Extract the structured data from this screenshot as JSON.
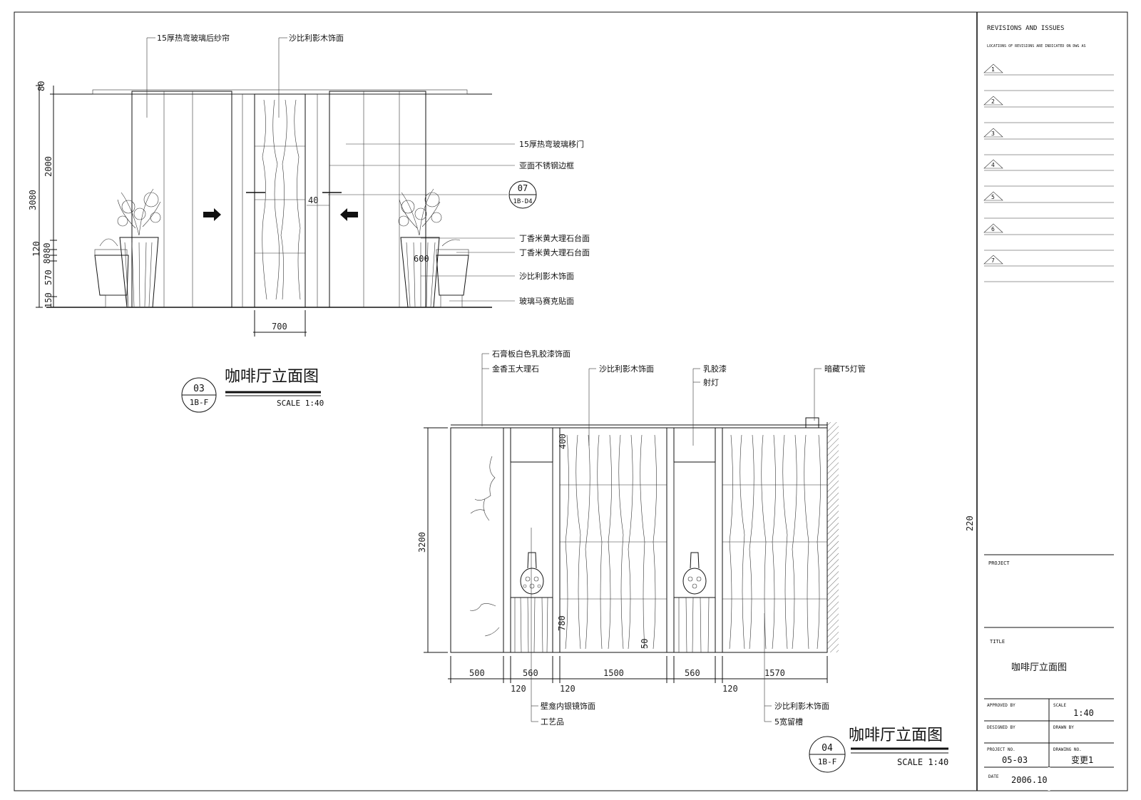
{
  "elevation_upper": {
    "label_number": "03",
    "label_ref": "1B-F",
    "title": "咖啡厅立面图",
    "scale": "SCALE   1:40",
    "callouts_top": [
      "15厚热弯玻璃后纱帘",
      "沙比利影木饰面"
    ],
    "callouts_right": [
      "15厚热弯玻璃移门",
      "亚面不锈钢边框",
      "丁香米黄大理石台面",
      "丁香米黄大理石台面",
      "沙比利影木饰面",
      "玻璃马赛克贴面"
    ],
    "detail_marker_top": "07",
    "detail_marker_bottom": "1B-D4",
    "dims_left": [
      "80",
      "2000",
      "3080",
      "120",
      "80",
      "80",
      "570",
      "150"
    ],
    "dim_bottom": "700",
    "dim_40": "40",
    "dim_600": "600"
  },
  "elevation_lower": {
    "label_number": "04",
    "label_ref": "1B-F",
    "title": "咖啡厅立面图",
    "scale": "SCALE   1:40",
    "callouts_top": [
      "石膏板白色乳胶漆饰面",
      "金香玉大理石",
      "沙比利影木饰面",
      "乳胶漆",
      "射灯",
      "暗藏T5灯管"
    ],
    "callouts_bottom": [
      "壁龛内银镜饰面",
      "工艺品",
      "沙比利影木饰面",
      "5宽留槽"
    ],
    "dims_bottom": [
      "500",
      "560",
      "1500",
      "560",
      "1570"
    ],
    "dims_bottom_small": [
      "120",
      "120",
      "120"
    ],
    "dim_height": "3200",
    "dim_400": "400",
    "dim_780": "780",
    "dim_50": "50",
    "dim_220": "220"
  },
  "title_block": {
    "revisions_title": "REVISIONS AND ISSUES",
    "revisions_note": "LOCATIONS OF REVISIONS ARE INDICATED ON DWG AS",
    "revision_numbers": [
      "1",
      "2",
      "3",
      "4",
      "5",
      "6",
      "7"
    ],
    "project_label": "PROJECT",
    "title_label": "TITLE",
    "title_value": "咖啡厅立面图",
    "approved_by_label": "APPROVED BY",
    "scale_label": "SCALE",
    "scale_value": "1:40",
    "designed_by_label": "DESIGNED BY",
    "drawn_by_label": "DRAWN BY",
    "project_no_label": "PROJECT NO.",
    "project_no_value": "05-03",
    "drawing_no_label": "DRAWING NO.",
    "drawing_no_value": "变更1",
    "date_label": "DATE",
    "date_value": "2006.10"
  }
}
